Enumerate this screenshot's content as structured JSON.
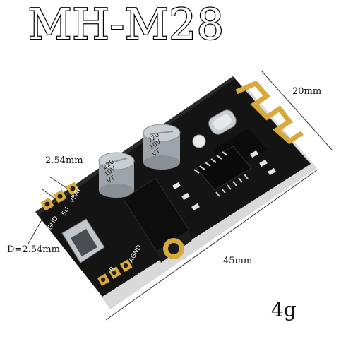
{
  "title": "MH-M28",
  "dimensions": {
    "width": "20mm",
    "length": "45mm",
    "pin_pitch_top": "2.54mm",
    "pin_pitch_side": "D=2.54mm"
  },
  "weight": "4g",
  "board": {
    "cap_labels": [
      "220",
      "10V",
      "VT"
    ],
    "silkscreen": [
      "VBAT",
      "5U",
      "GND",
      "R",
      "AGND"
    ],
    "colors": {
      "pcb": "#121212",
      "gold": "#d8aa3c",
      "cap": "#b9bec4",
      "silk": "#f2f2f2"
    }
  }
}
